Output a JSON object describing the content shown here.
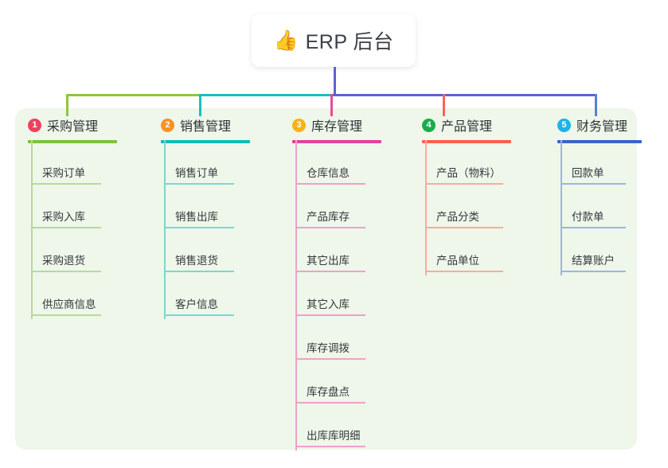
{
  "diagram": {
    "title": "ERP 后台",
    "root": {
      "emoji": "👍",
      "emoji_name": "thumbs-up-emoji",
      "label": "ERP 后台"
    },
    "panel_color": "#eef7e9",
    "stem_color": "#5b63d3",
    "branches": [
      {
        "index": "1",
        "label": "采购管理",
        "badge_color": "#f04060",
        "rule_color": "#7cc03f",
        "line_color": "#8cc63f",
        "leaf_rule_color": "#b7d99a",
        "items": [
          "采购订单",
          "采购入库",
          "采购退货",
          "供应商信息"
        ]
      },
      {
        "index": "2",
        "label": "销售管理",
        "badge_color": "#f79224",
        "rule_color": "#0dbdb6",
        "line_color": "#17c0bb",
        "leaf_rule_color": "#7ed6d2",
        "items": [
          "销售订单",
          "销售出库",
          "销售退货",
          "客户信息"
        ]
      },
      {
        "index": "3",
        "label": "库存管理",
        "badge_color": "#f6b313",
        "rule_color": "#e0439c",
        "line_color": "#e54b9e",
        "leaf_rule_color": "#efa0cc",
        "items": [
          "仓库信息",
          "产品库存",
          "其它出库",
          "其它入库",
          "库存调拨",
          "库存盘点",
          "出库库明细"
        ]
      },
      {
        "index": "4",
        "label": "产品管理",
        "badge_color": "#18ad4a",
        "rule_color": "#fa5f4f",
        "line_color": "#fb6354",
        "leaf_rule_color": "#fcaaa0",
        "items": [
          "产品（物料）",
          "产品分类",
          "产品单位"
        ]
      },
      {
        "index": "5",
        "label": "财务管理",
        "badge_color": "#1bb4e8",
        "rule_color": "#3b63c8",
        "line_color": "#5b7fd4",
        "leaf_rule_color": "#9fb3e4",
        "items": [
          "回款单",
          "付款单",
          "结算账户"
        ]
      }
    ]
  }
}
